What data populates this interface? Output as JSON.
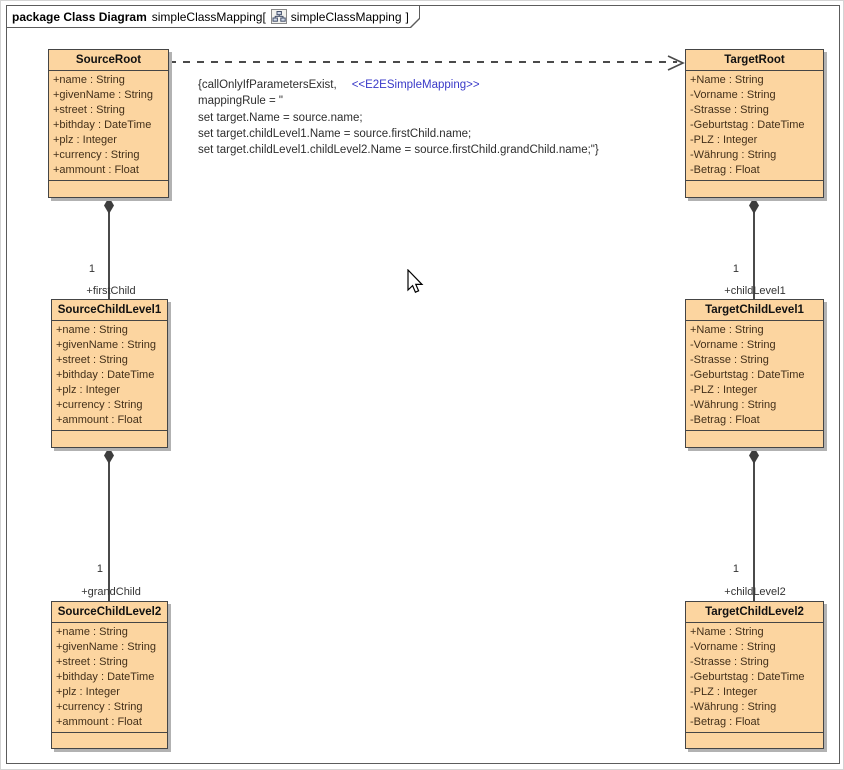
{
  "tab": {
    "keyword": "package Class Diagram",
    "context": "simpleClassMapping[",
    "diagram_icon": "diagram-icon",
    "diagram_name": "simpleClassMapping",
    "bracket_close": "]"
  },
  "note": {
    "constraint": "{callOnlyIfParametersExist,",
    "stereotype": "<<E2ESimpleMapping>>",
    "rule_lines": [
      "mappingRule = \"",
      "set target.Name = source.name;",
      "set target.childLevel1.Name = source.firstChild.name;",
      "set target.childLevel1.childLevel2.Name = source.firstChild.grandChild.name;\"}"
    ]
  },
  "classes": [
    {
      "name": "SourceRoot",
      "attributes": [
        "+name : String",
        "+givenName : String",
        "+street : String",
        "+bithday : DateTime",
        "+plz : Integer",
        "+currency : String",
        "+ammount : Float"
      ]
    },
    {
      "name": "TargetRoot",
      "attributes": [
        "+Name : String",
        "-Vorname : String",
        "-Strasse : String",
        "-Geburtstag : DateTime",
        "-PLZ : Integer",
        "-Währung : String",
        "-Betrag : Float"
      ]
    },
    {
      "name": "SourceChildLevel1",
      "attributes": [
        "+name : String",
        "+givenName : String",
        "+street : String",
        "+bithday : DateTime",
        "+plz : Integer",
        "+currency : String",
        "+ammount : Float"
      ]
    },
    {
      "name": "TargetChildLevel1",
      "attributes": [
        "+Name : String",
        "-Vorname : String",
        "-Strasse : String",
        "-Geburtstag : DateTime",
        "-PLZ : Integer",
        "-Währung : String",
        "-Betrag : Float"
      ]
    },
    {
      "name": "SourceChildLevel2",
      "attributes": [
        "+name : String",
        "+givenName : String",
        "+street : String",
        "+bithday : DateTime",
        "+plz : Integer",
        "+currency : String",
        "+ammount : Float"
      ]
    },
    {
      "name": "TargetChildLevel2",
      "attributes": [
        "+Name : String",
        "-Vorname : String",
        "-Strasse : String",
        "-Geburtstag : DateTime",
        "-PLZ : Integer",
        "-Währung : String",
        "-Betrag : Float"
      ]
    }
  ],
  "connectors": {
    "source_first_child": {
      "multiplicity": "1",
      "role": "+firstChild"
    },
    "source_grand_child": {
      "multiplicity": "1",
      "role": "+grandChild"
    },
    "target_child_level1": {
      "multiplicity": "1",
      "role": "+childLevel1"
    },
    "target_child_level2": {
      "multiplicity": "1",
      "role": "+childLevel2"
    }
  },
  "colors": {
    "class_fill": "#FCD5A0",
    "class_border": "#454545",
    "stereotype_blue": "#3939C8",
    "connector": "#4A4A4A",
    "shadow": "#B2B2B2"
  }
}
